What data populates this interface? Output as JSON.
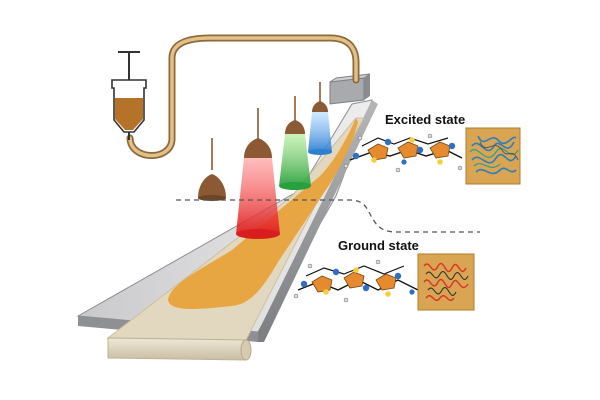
{
  "labels": {
    "excited": "Excited state",
    "ground": "Ground state"
  },
  "lamps": [
    {
      "name": "lamp-unlit",
      "light": "none"
    },
    {
      "name": "lamp-red",
      "light": "#e83a3a"
    },
    {
      "name": "lamp-green",
      "light": "#33b54a"
    },
    {
      "name": "lamp-blue",
      "light": "#3b8fd8"
    }
  ],
  "colors": {
    "belt_metal": "#9a9b9e",
    "belt_top": "#d9d9d9",
    "film": "#e8a33c",
    "paper": "#ddd3bd",
    "ink": "#b5732a",
    "lamp_body": "#8b5a34",
    "tube": "#c99a58",
    "panel": "#d9a552"
  },
  "icons": {
    "syringe": "syringe-icon",
    "molecule": "molecule-icon"
  }
}
